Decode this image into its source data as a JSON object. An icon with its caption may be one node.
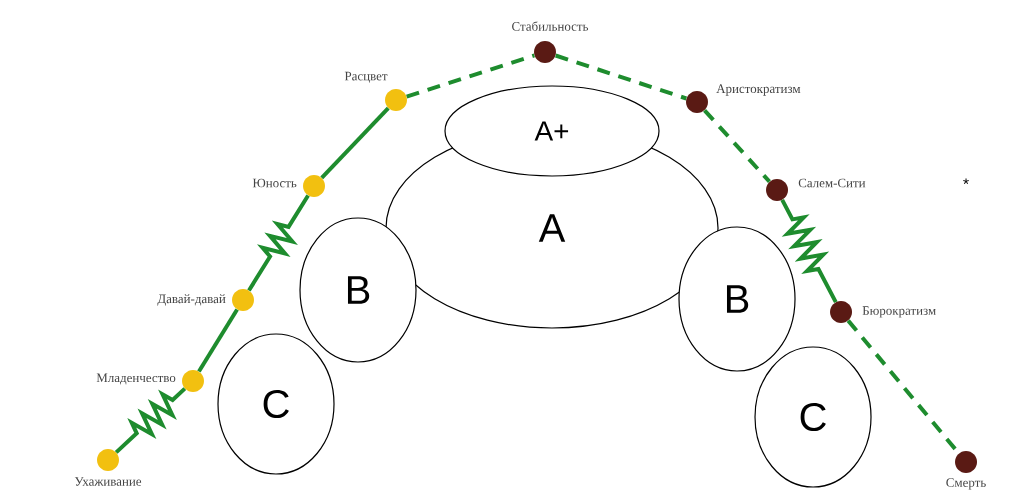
{
  "diagram": {
    "nodes": [
      {
        "text": [],
        "shape": "circle",
        "beside": [
          "Ухаживание"
        ]
      },
      {
        "text": [],
        "shape": "circle",
        "beside": [
          "Младенчество"
        ]
      },
      {
        "text": [],
        "shape": "circle",
        "beside": [
          "Давай-давай"
        ]
      },
      {
        "text": [],
        "shape": "circle",
        "beside": [
          "Юность"
        ]
      },
      {
        "text": [],
        "shape": "circle",
        "beside": [
          "Расцвет"
        ]
      },
      {
        "text": [],
        "shape": "circle",
        "beside": [
          "Стабильность"
        ]
      },
      {
        "text": [],
        "shape": "circle",
        "beside": [
          "Аристократизм"
        ]
      },
      {
        "text": [],
        "shape": "circle",
        "beside": [
          "Салем-Сити"
        ]
      },
      {
        "text": [],
        "shape": "circle",
        "beside": [
          "Бюрократизм"
        ]
      },
      {
        "text": [],
        "shape": "circle",
        "beside": [
          "Смерть"
        ]
      },
      {
        "text": [
          "A+"
        ]
      },
      {
        "text": [
          "A"
        ]
      },
      {
        "text": [
          "B"
        ]
      },
      {
        "text": [
          "B"
        ]
      },
      {
        "text": [
          "C"
        ]
      },
      {
        "text": [
          "C"
        ]
      }
    ],
    "edges": [
      {
        "from": 0,
        "to": 1,
        "arrow": "none"
      },
      {
        "from": 1,
        "to": 2,
        "arrow": "none"
      },
      {
        "from": 2,
        "to": 3,
        "arrow": "none"
      },
      {
        "from": 3,
        "to": 4,
        "arrow": "none"
      },
      {
        "from": 4,
        "to": 5,
        "arrow": "none",
        "style": "dashed"
      },
      {
        "from": 5,
        "to": 6,
        "arrow": "none",
        "style": "dashed"
      },
      {
        "from": 6,
        "to": 7,
        "arrow": "none",
        "style": "dashed"
      },
      {
        "from": 7,
        "to": 8,
        "arrow": "none"
      },
      {
        "from": 8,
        "to": 9,
        "arrow": "none",
        "style": "dashed"
      }
    ],
    "labels": [
      "*"
    ]
  }
}
